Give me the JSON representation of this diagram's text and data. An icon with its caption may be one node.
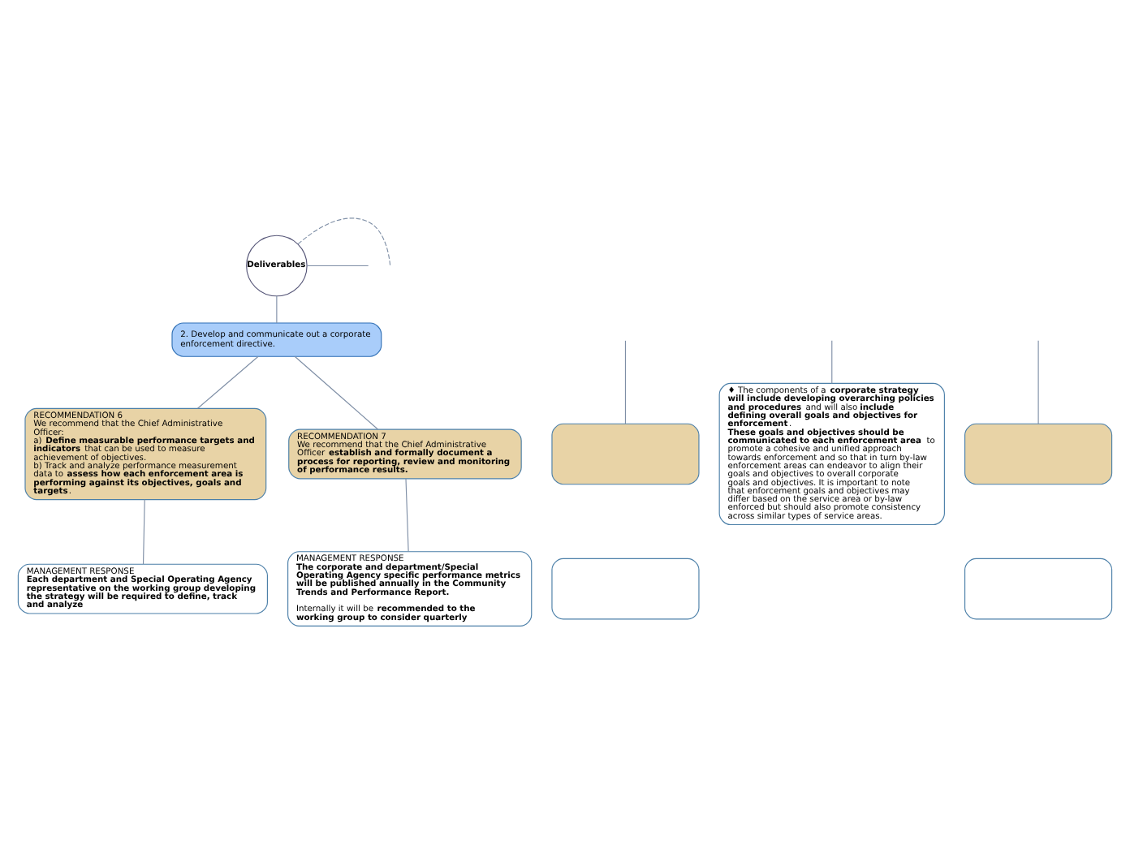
{
  "diagram": {
    "nodes": [
      {
        "text": [
          "Deliverables"
        ]
      },
      {
        "text": [
          "2. Develop and communicate out a corporate enforcement directive."
        ]
      },
      {
        "text": [],
        "shape": "box"
      },
      {
        "text": [
          "♦ The components of a **corporate strategy will include developing overarching policies and procedures** and will also **include defining overall goals and objectives for enforcement**.",
          "**These goals and objectives should be communicated to each enforcement area** to promote a cohesive and unified approach towards enforcement and so that in turn by-law enforcement areas can endeavor to align their goals and objectives to overall corporate goals and objectives. It is important to note that enforcement goals and objectives may differ based on the service area or by-law enforced but should also promote consistency across similar types of service areas."
        ]
      },
      {
        "text": [
          "RECOMMENDATION 6",
          "We recommend that the Chief Administrative Officer:",
          "a) **Define measurable performance targets and indicators** that can be used to measure achievement of objectives.",
          "b) Track and analyze performance measurement data to **assess how each enforcement area is performing against its objectives, goals and targets**."
        ]
      },
      {
        "text": [
          "RECOMMENDATION 7",
          "We recommend that the Chief Administrative Officer **establish and formally document a process for reporting, review and monitoring of performance results.**"
        ]
      },
      {
        "text": [],
        "shape": "box"
      },
      {
        "text": [],
        "shape": "box"
      },
      {
        "text": [
          "MANAGEMENT RESPONSE",
          "**Each department and Special Operating Agency representative on the working group developing the strategy will be required to define, track and analyze**"
        ]
      },
      {
        "text": [
          "MANAGEMENT RESPONSE",
          "**The corporate and department/Special Operating Agency specific performance metrics will be published annually in the Community Trends and Performance Report.**",
          "Internally it will be **recommended to the working group to consider quarterly**"
        ]
      },
      {
        "text": [],
        "shape": "box"
      }
    ],
    "edges": [
      {
        "from": 0,
        "to": null,
        "arrow": "none",
        "style": "dashed"
      },
      {
        "from": 0,
        "to": 1,
        "arrow": "none"
      },
      {
        "from": 0,
        "to": null,
        "arrow": "none"
      },
      {
        "from": null,
        "to": 2,
        "arrow": "none"
      },
      {
        "from": null,
        "to": 3,
        "arrow": "none"
      },
      {
        "from": 1,
        "to": 4,
        "arrow": "none"
      },
      {
        "from": 1,
        "to": 5,
        "arrow": "none"
      },
      {
        "from": null,
        "to": 6,
        "arrow": "none"
      },
      {
        "from": 4,
        "to": 8,
        "arrow": "none"
      },
      {
        "from": 5,
        "to": 9,
        "arrow": "none"
      }
    ]
  }
}
